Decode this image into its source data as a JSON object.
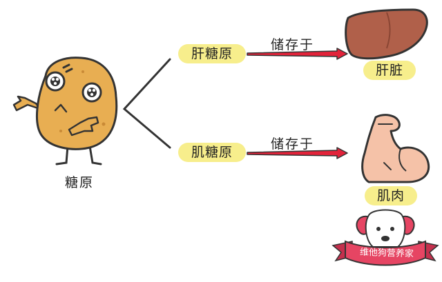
{
  "main": {
    "subject_label": "糖原",
    "liver_glycogen": {
      "label": "肝糖原",
      "relation": "储存于",
      "target": "肝脏"
    },
    "muscle_glycogen": {
      "label": "肌糖原",
      "relation": "储存于",
      "target": "肌肉"
    }
  },
  "watermark": {
    "text": "维他狗营养家"
  },
  "colors": {
    "pill_fill": "#f7ee8c",
    "arrow_red": "#e2233a",
    "mascot_body": "#e8ae52",
    "liver": "#b0604a",
    "muscle": "#f5c2a8",
    "banner": "#e64563"
  }
}
